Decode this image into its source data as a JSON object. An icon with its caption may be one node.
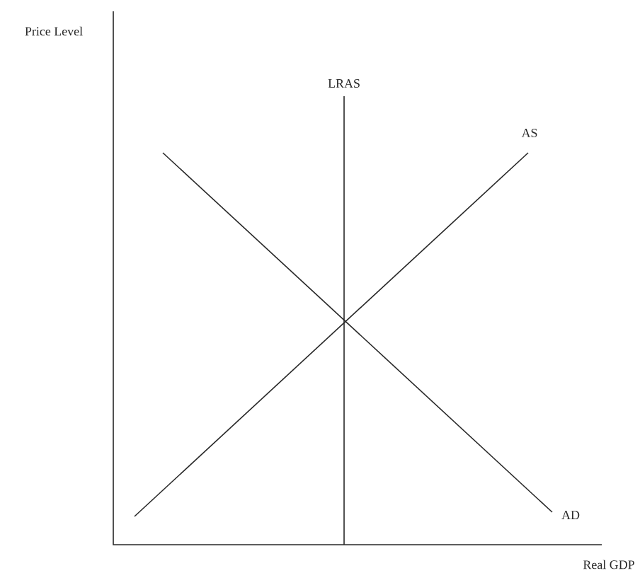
{
  "diagram": {
    "labels": [
      "Price Level",
      "LRAS",
      "AS",
      "AD",
      "Real GDP"
    ]
  }
}
